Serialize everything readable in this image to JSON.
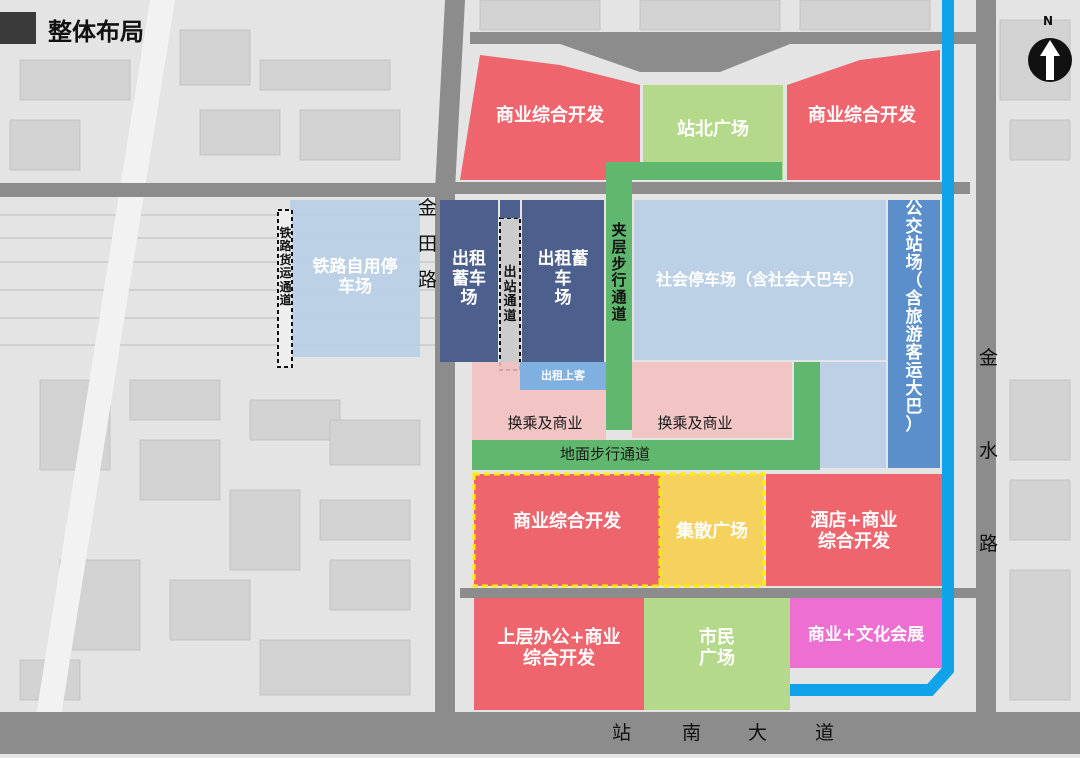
{
  "title": "整体布局",
  "north": "N",
  "roads": {
    "jintian": "金\n田\n路",
    "jinshui": "金\n水\n路",
    "zhannan": [
      "站",
      "南",
      "大",
      "道"
    ]
  },
  "zones": {
    "commercial_nw": "商业综合开发",
    "north_plaza": "站北广场",
    "commercial_ne": "商业综合开发",
    "rail_parking": "铁路自用停\n车场",
    "rail_freight": "铁\n路\n货\n运\n通\n道",
    "taxi_left": "出租\n蓄车\n场",
    "exit_passage": "出\n站\n通\n道",
    "taxi_right": "出租蓄\n车\n场",
    "mezzanine": "夹\n层\n步\n行\n通\n道",
    "social_parking": "社会停车场（含社会大巴车）",
    "bus_station": "公\n交\n站\n场\n（\n含\n旅\n游\n客\n运\n大\n巴\n）",
    "taxi_pickup": "出租上客",
    "transfer_left": "换乘及商业",
    "transfer_right": "换乘及商业",
    "ground_walkway": "地面步行通道",
    "commercial_sw": "商业综合开发",
    "dispersal_plaza": "集散广场",
    "hotel_commercial": "酒店+商业\n综合开发",
    "office_commercial": "上层办公+商业\n综合开发",
    "civic_plaza": "市民\n广场",
    "culture_exhibition": "商业+文化会展"
  },
  "colors": {
    "commercial": "#ef5a64",
    "plaza_green": "#b5d98a",
    "parking_blue": "#b7cde6",
    "taxi_navy": "#4d5f8c",
    "walkway_green": "#5fb86d",
    "transfer_pink": "#f4c0c0",
    "dispersal_yellow": "#f5d15e",
    "culture_magenta": "#ec6fd1",
    "river_blue": "#10a3ea",
    "road_gray": "#8c8c8c"
  }
}
